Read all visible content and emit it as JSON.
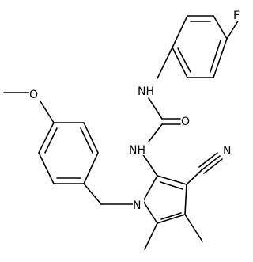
{
  "atom_labels": {
    "fluorine": "F",
    "urea_nh_top": "NH",
    "carbonyl_oxygen": "O",
    "urea_nh_bottom": "NH",
    "methoxy_oxygen": "O",
    "nitrile_nitrogen": "N",
    "pyrrole_nitrogen": "N"
  }
}
